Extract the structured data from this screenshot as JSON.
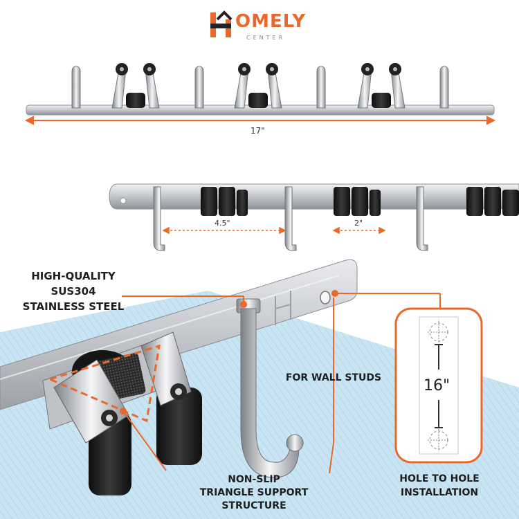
{
  "brand": {
    "name_rest": "OMELY",
    "sub": "CENTER",
    "initial_icon": "h-house-logo-icon"
  },
  "dimensions": {
    "total_length": "17\"",
    "hook_spacing": "4.5\"",
    "clamp_spacing": "2\"",
    "stud_spacing": "16\""
  },
  "callouts": {
    "steel_line1": "HIGH-QUALITY",
    "steel_line2": "SUS304",
    "steel_line3": "STAINLESS STEEL",
    "wall_studs": "FOR WALL STUDS",
    "triangle_line1": "NON-SLIP",
    "triangle_line2": "TRIANGLE SUPPORT",
    "triangle_line3": "STRUCTURE",
    "hole_line1": "HOLE TO HOLE",
    "hole_line2": "INSTALLATION"
  },
  "colors": {
    "accent": "#e8692b",
    "steel": "#c9ccd0",
    "rubber": "#1c1c1c",
    "background_blue": "#c8e3f1"
  }
}
